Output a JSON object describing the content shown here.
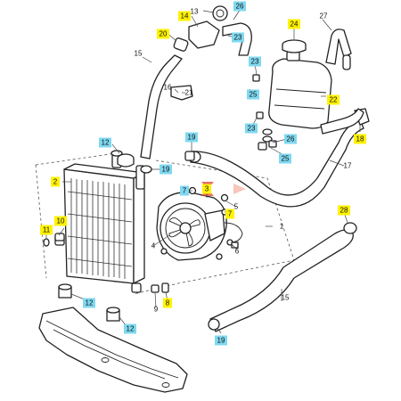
{
  "colors": {
    "yellow_tag": "#fff200",
    "cyan_tag": "#7fd8f0",
    "marker_red": "#e0402e",
    "line": "#222222",
    "background": "#ffffff"
  },
  "callouts": [
    {
      "text": "1",
      "style": "plain"
    },
    {
      "text": "2",
      "style": "yellow"
    },
    {
      "text": "3",
      "style": "yellow"
    },
    {
      "text": "4",
      "style": "plain"
    },
    {
      "text": "5",
      "style": "plain"
    },
    {
      "text": "6",
      "style": "plain"
    },
    {
      "text": "7",
      "style": "cyan"
    },
    {
      "text": "7",
      "style": "yellow"
    },
    {
      "text": "8",
      "style": "yellow"
    },
    {
      "text": "9",
      "style": "plain"
    },
    {
      "text": "10",
      "style": "yellow"
    },
    {
      "text": "11",
      "style": "yellow"
    },
    {
      "text": "12",
      "style": "cyan"
    },
    {
      "text": "12",
      "style": "cyan"
    },
    {
      "text": "12",
      "style": "cyan"
    },
    {
      "text": "13",
      "style": "plain"
    },
    {
      "text": "14",
      "style": "yellow"
    },
    {
      "text": "15",
      "style": "plain"
    },
    {
      "text": "15",
      "style": "plain"
    },
    {
      "text": "16",
      "style": "plain"
    },
    {
      "text": "17",
      "style": "plain"
    },
    {
      "text": "18",
      "style": "yellow"
    },
    {
      "text": "19",
      "style": "cyan"
    },
    {
      "text": "19",
      "style": "cyan"
    },
    {
      "text": "19",
      "style": "cyan"
    },
    {
      "text": "20",
      "style": "yellow"
    },
    {
      "text": "21",
      "style": "plain"
    },
    {
      "text": "22",
      "style": "yellow"
    },
    {
      "text": "23",
      "style": "cyan"
    },
    {
      "text": "23",
      "style": "cyan"
    },
    {
      "text": "23",
      "style": "cyan"
    },
    {
      "text": "24",
      "style": "yellow"
    },
    {
      "text": "25",
      "style": "cyan"
    },
    {
      "text": "25",
      "style": "cyan"
    },
    {
      "text": "26",
      "style": "cyan"
    },
    {
      "text": "26",
      "style": "cyan"
    },
    {
      "text": "27",
      "style": "plain"
    },
    {
      "text": "28",
      "style": "yellow"
    }
  ]
}
